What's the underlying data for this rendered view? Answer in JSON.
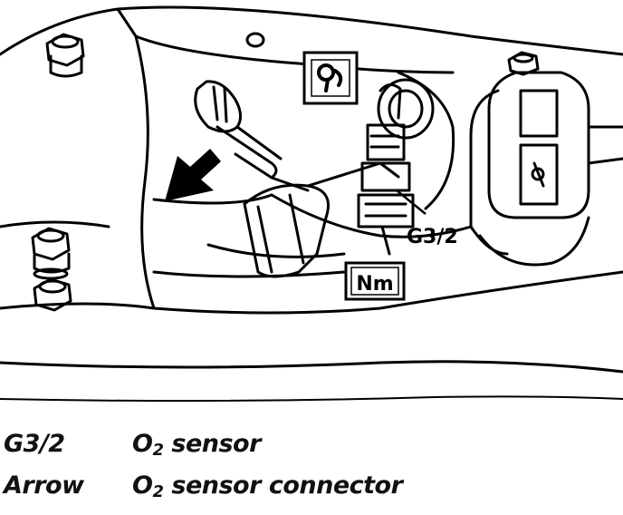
{
  "callouts": {
    "sensor_label": "G3/2",
    "torque_box": "Nm",
    "tool_box_symbol": "wrench-symbol"
  },
  "legend": [
    {
      "code": "G3/2",
      "desc_prefix": "O",
      "desc_sub": "2",
      "desc_suffix": " sensor"
    },
    {
      "code": "Arrow",
      "desc_prefix": "O",
      "desc_sub": "2",
      "desc_suffix": " sensor connector"
    }
  ]
}
